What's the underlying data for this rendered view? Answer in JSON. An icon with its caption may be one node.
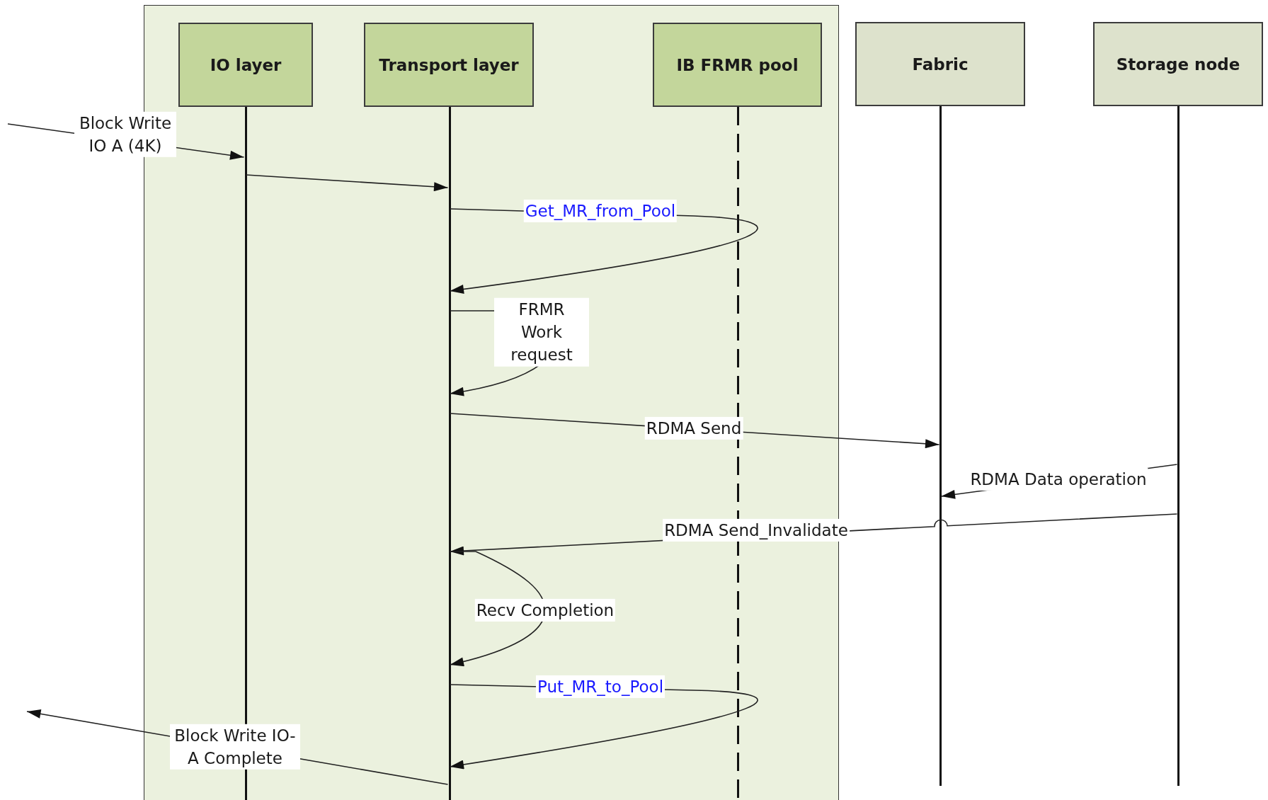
{
  "diagram": {
    "nodes": [
      {
        "text": [],
        "shape": "box"
      },
      {
        "text": [
          "IO layer"
        ],
        "in": 0
      },
      {
        "text": [
          "Transport layer"
        ],
        "in": 0
      },
      {
        "text": [
          "IB FRMR pool"
        ],
        "in": 0
      },
      {
        "text": [
          "Fabric"
        ]
      },
      {
        "text": [
          "Storage node"
        ]
      },
      {
        "text": [],
        "shape": "line",
        "in": 0
      },
      {
        "text": [],
        "shape": "line",
        "in": 0
      },
      {
        "text": [],
        "shape": "line",
        "in": 0
      },
      {
        "text": [],
        "shape": "line"
      },
      {
        "text": [],
        "shape": "line"
      }
    ],
    "edges": [
      {
        "from": null,
        "to": 6,
        "arrow": "to",
        "label": "Block Write IO A (4K)"
      },
      {
        "from": 6,
        "to": 7,
        "arrow": "to"
      },
      {
        "from": 7,
        "to": 7,
        "arrow": "to",
        "label": "Get_MR_from_Pool"
      },
      {
        "from": 7,
        "to": 7,
        "arrow": "to",
        "label": "FRMR Work request"
      },
      {
        "from": 7,
        "to": 9,
        "arrow": "to",
        "label": "RDMA Send"
      },
      {
        "from": 10,
        "to": 9,
        "arrow": "to",
        "label": "RDMA Data operation"
      },
      {
        "from": 10,
        "to": 7,
        "arrow": "to",
        "label": "RDMA Send_Invalidate"
      },
      {
        "from": 7,
        "to": 7,
        "arrow": "to",
        "label": "Recv Completion"
      },
      {
        "from": 7,
        "to": 7,
        "arrow": "to",
        "label": "Put_MR_to_Pool"
      },
      {
        "from": 7,
        "to": null,
        "arrow": "to",
        "label": "Block Write IO-A Complete"
      }
    ]
  }
}
